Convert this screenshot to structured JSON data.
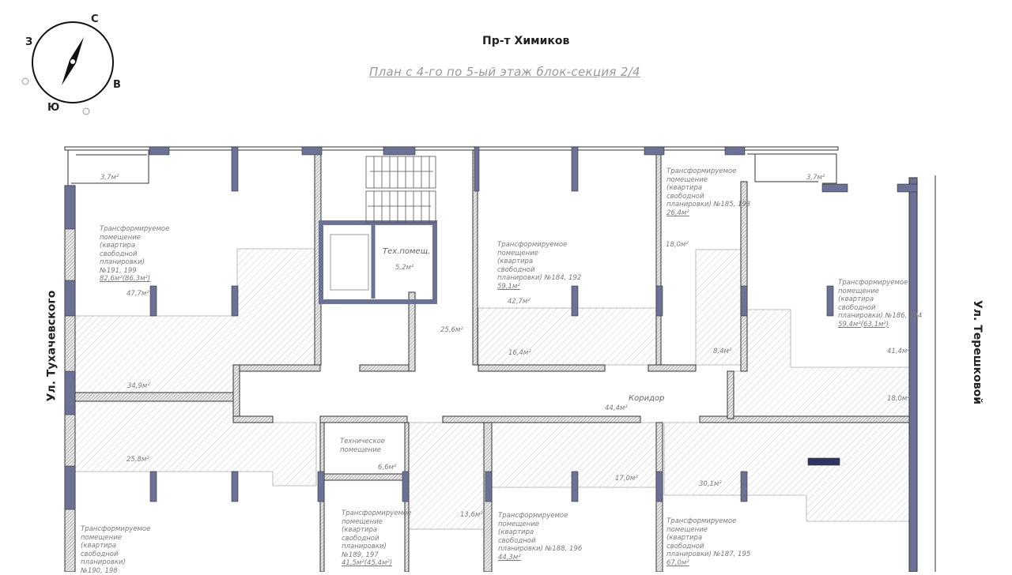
{
  "header": {
    "street_top": "Пр-т Химиков",
    "plan_title": "План  с 4-го по 5-ый этаж блок-секция 2/4"
  },
  "streets": {
    "left": "Ул. Тухачевского",
    "right": "Ул. Терешковой"
  },
  "compass": {
    "north": "С",
    "west": "З",
    "east": "В",
    "south": "Ю"
  },
  "colors": {
    "column": "#6c7196",
    "hatch": "#b8b8b8",
    "wall": "#333333",
    "text": "#7a7a7a",
    "furniture": "#2f3460"
  },
  "rooms": [
    {
      "lines": [
        "Трансформируемое",
        "помещение",
        "(квартира",
        "свободной",
        "планировки)",
        "№191, 199"
      ],
      "area": "82,6м²(86,3м²)"
    },
    {
      "lines": [
        "Трансформируемое",
        "помещение",
        "(квартира",
        "свободной",
        "планировки) №184, 192"
      ],
      "area": "59,1м²"
    },
    {
      "lines": [
        "Трансформируемое",
        "помещение",
        "(квартира",
        "свободной",
        "планировки) №185, 193"
      ],
      "area": "26,4м²"
    },
    {
      "lines": [
        "Трансформируемое",
        "помещение",
        "(квартира",
        "свободной",
        "планировки) №186, 194"
      ],
      "area": "59,4м²(63,1м²)"
    },
    {
      "lines": [
        "Трансформируемое",
        "помещение",
        "(квартира",
        "свободной",
        "планировки)",
        "№190, 198"
      ],
      "area": ""
    },
    {
      "lines": [
        "Трансформируемое",
        "помещение",
        "(квартира",
        "свободной",
        "планировки)",
        "№189, 197"
      ],
      "area": "41,5м²(45,4м²)"
    },
    {
      "lines": [
        "Трансформируемое",
        "помещение",
        "(квартира",
        "свободной",
        "планировки) №188, 196"
      ],
      "area": "44,3м²"
    },
    {
      "lines": [
        "Трансформируемое",
        "помещение",
        "(квартира",
        "свободной",
        "планировки) №187, 195"
      ],
      "area": "67,0м²"
    }
  ],
  "areas": {
    "balcony_left": "3,7м²",
    "balcony_right": "3,7м²",
    "a47_7": "47,7м²",
    "a34_9": "34,9м²",
    "a25_8": "25,8м²",
    "a42_7": "42,7м²",
    "a16_4": "16,4м²",
    "a18_0_top": "18,0м²",
    "a8_4": "8,4м²",
    "a41_4": "41,4м²",
    "a18_0_right": "18,0м²",
    "a25_6": "25,6м²",
    "a5_2": "5,2м²",
    "a44_4": "44,4м²",
    "a6_6": "6,6м²",
    "a13_6": "13,6м²",
    "a17_0": "17,0м²",
    "a30_1": "30,1м²"
  },
  "spaces": {
    "tech_room": "Тех.помещ.",
    "corridor": "Коридор",
    "tech_room_full": [
      "Техническое",
      "помещение"
    ]
  }
}
